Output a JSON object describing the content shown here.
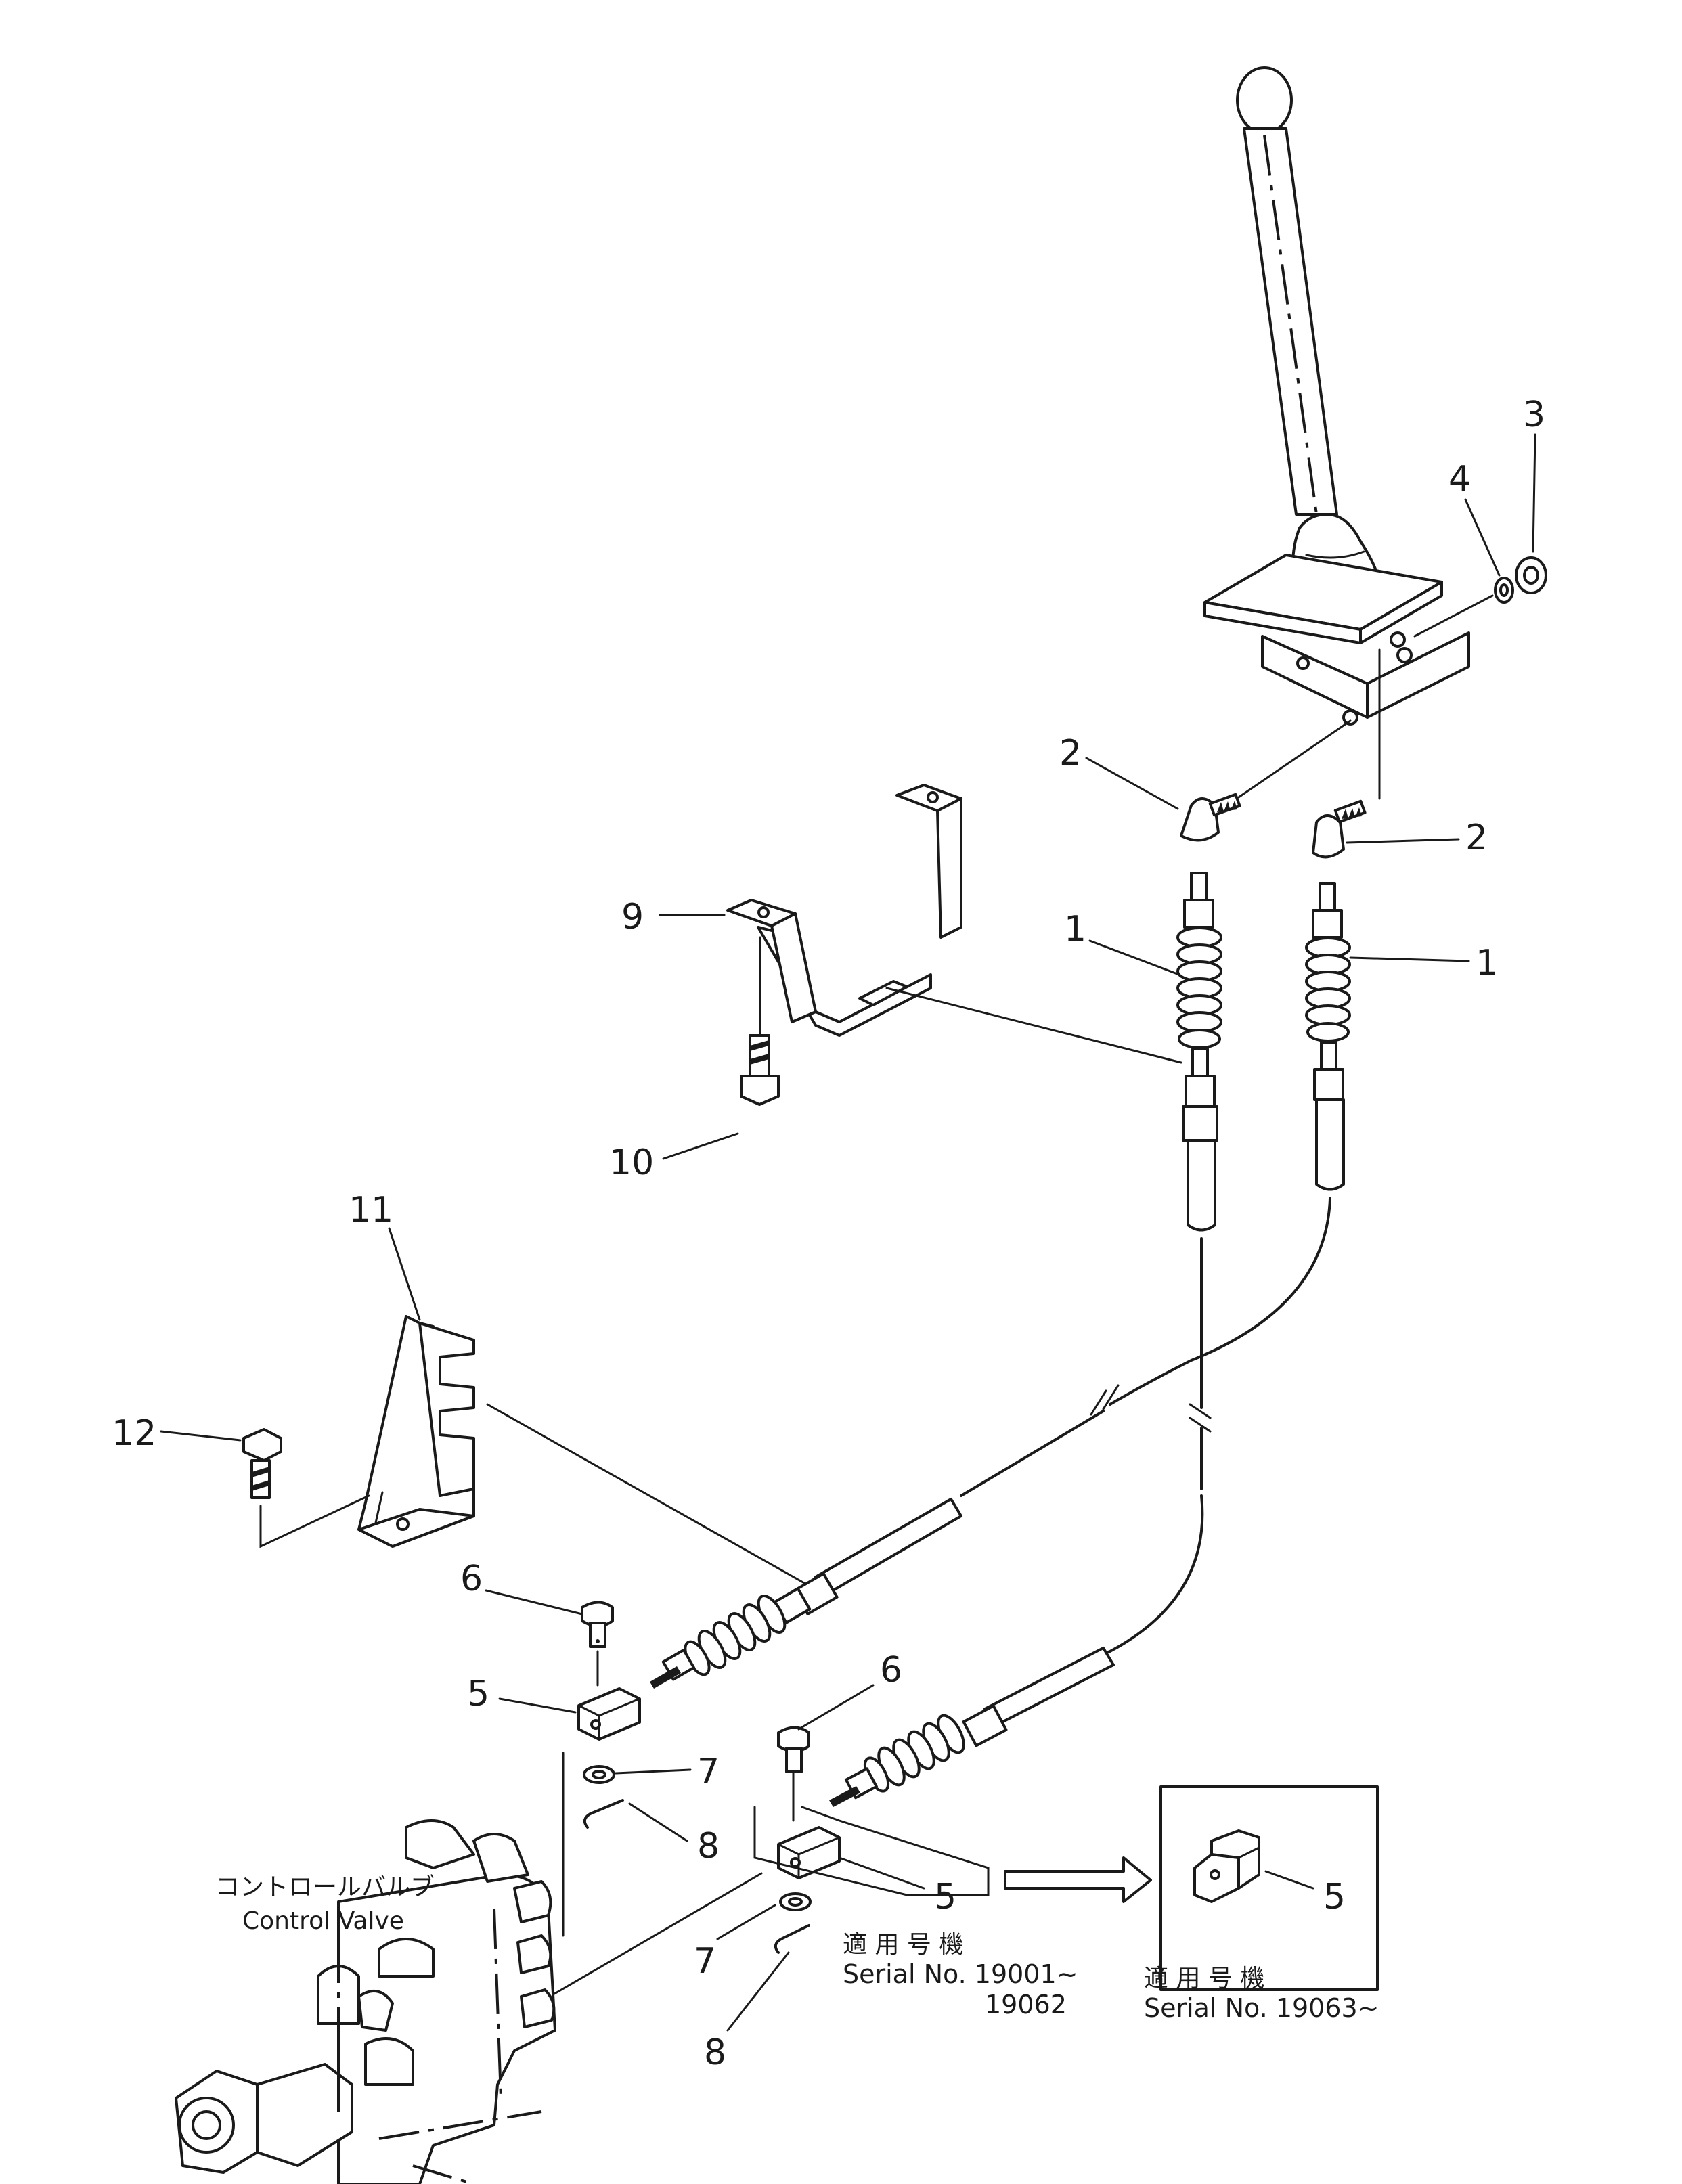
{
  "callouts": {
    "c1a": "1",
    "c1b": "1",
    "c2a": "2",
    "c2b": "2",
    "c3": "3",
    "c4": "4",
    "c5a": "5",
    "c5b": "5",
    "c5c": "5",
    "c6a": "6",
    "c6b": "6",
    "c7a": "7",
    "c7b": "7",
    "c8a": "8",
    "c8b": "8",
    "c9": "9",
    "c10": "10",
    "c11": "11",
    "c12": "12"
  },
  "control_valve": {
    "label_jp": "コントロールバルブ",
    "label_en": "Control Valve"
  },
  "serial_old": {
    "label_jp": "適 用 号 機",
    "line1": "Serial No. 19001~",
    "line2": "19062"
  },
  "serial_new": {
    "label_jp": "適 用 号 機",
    "line1": "Serial No. 19063~"
  }
}
